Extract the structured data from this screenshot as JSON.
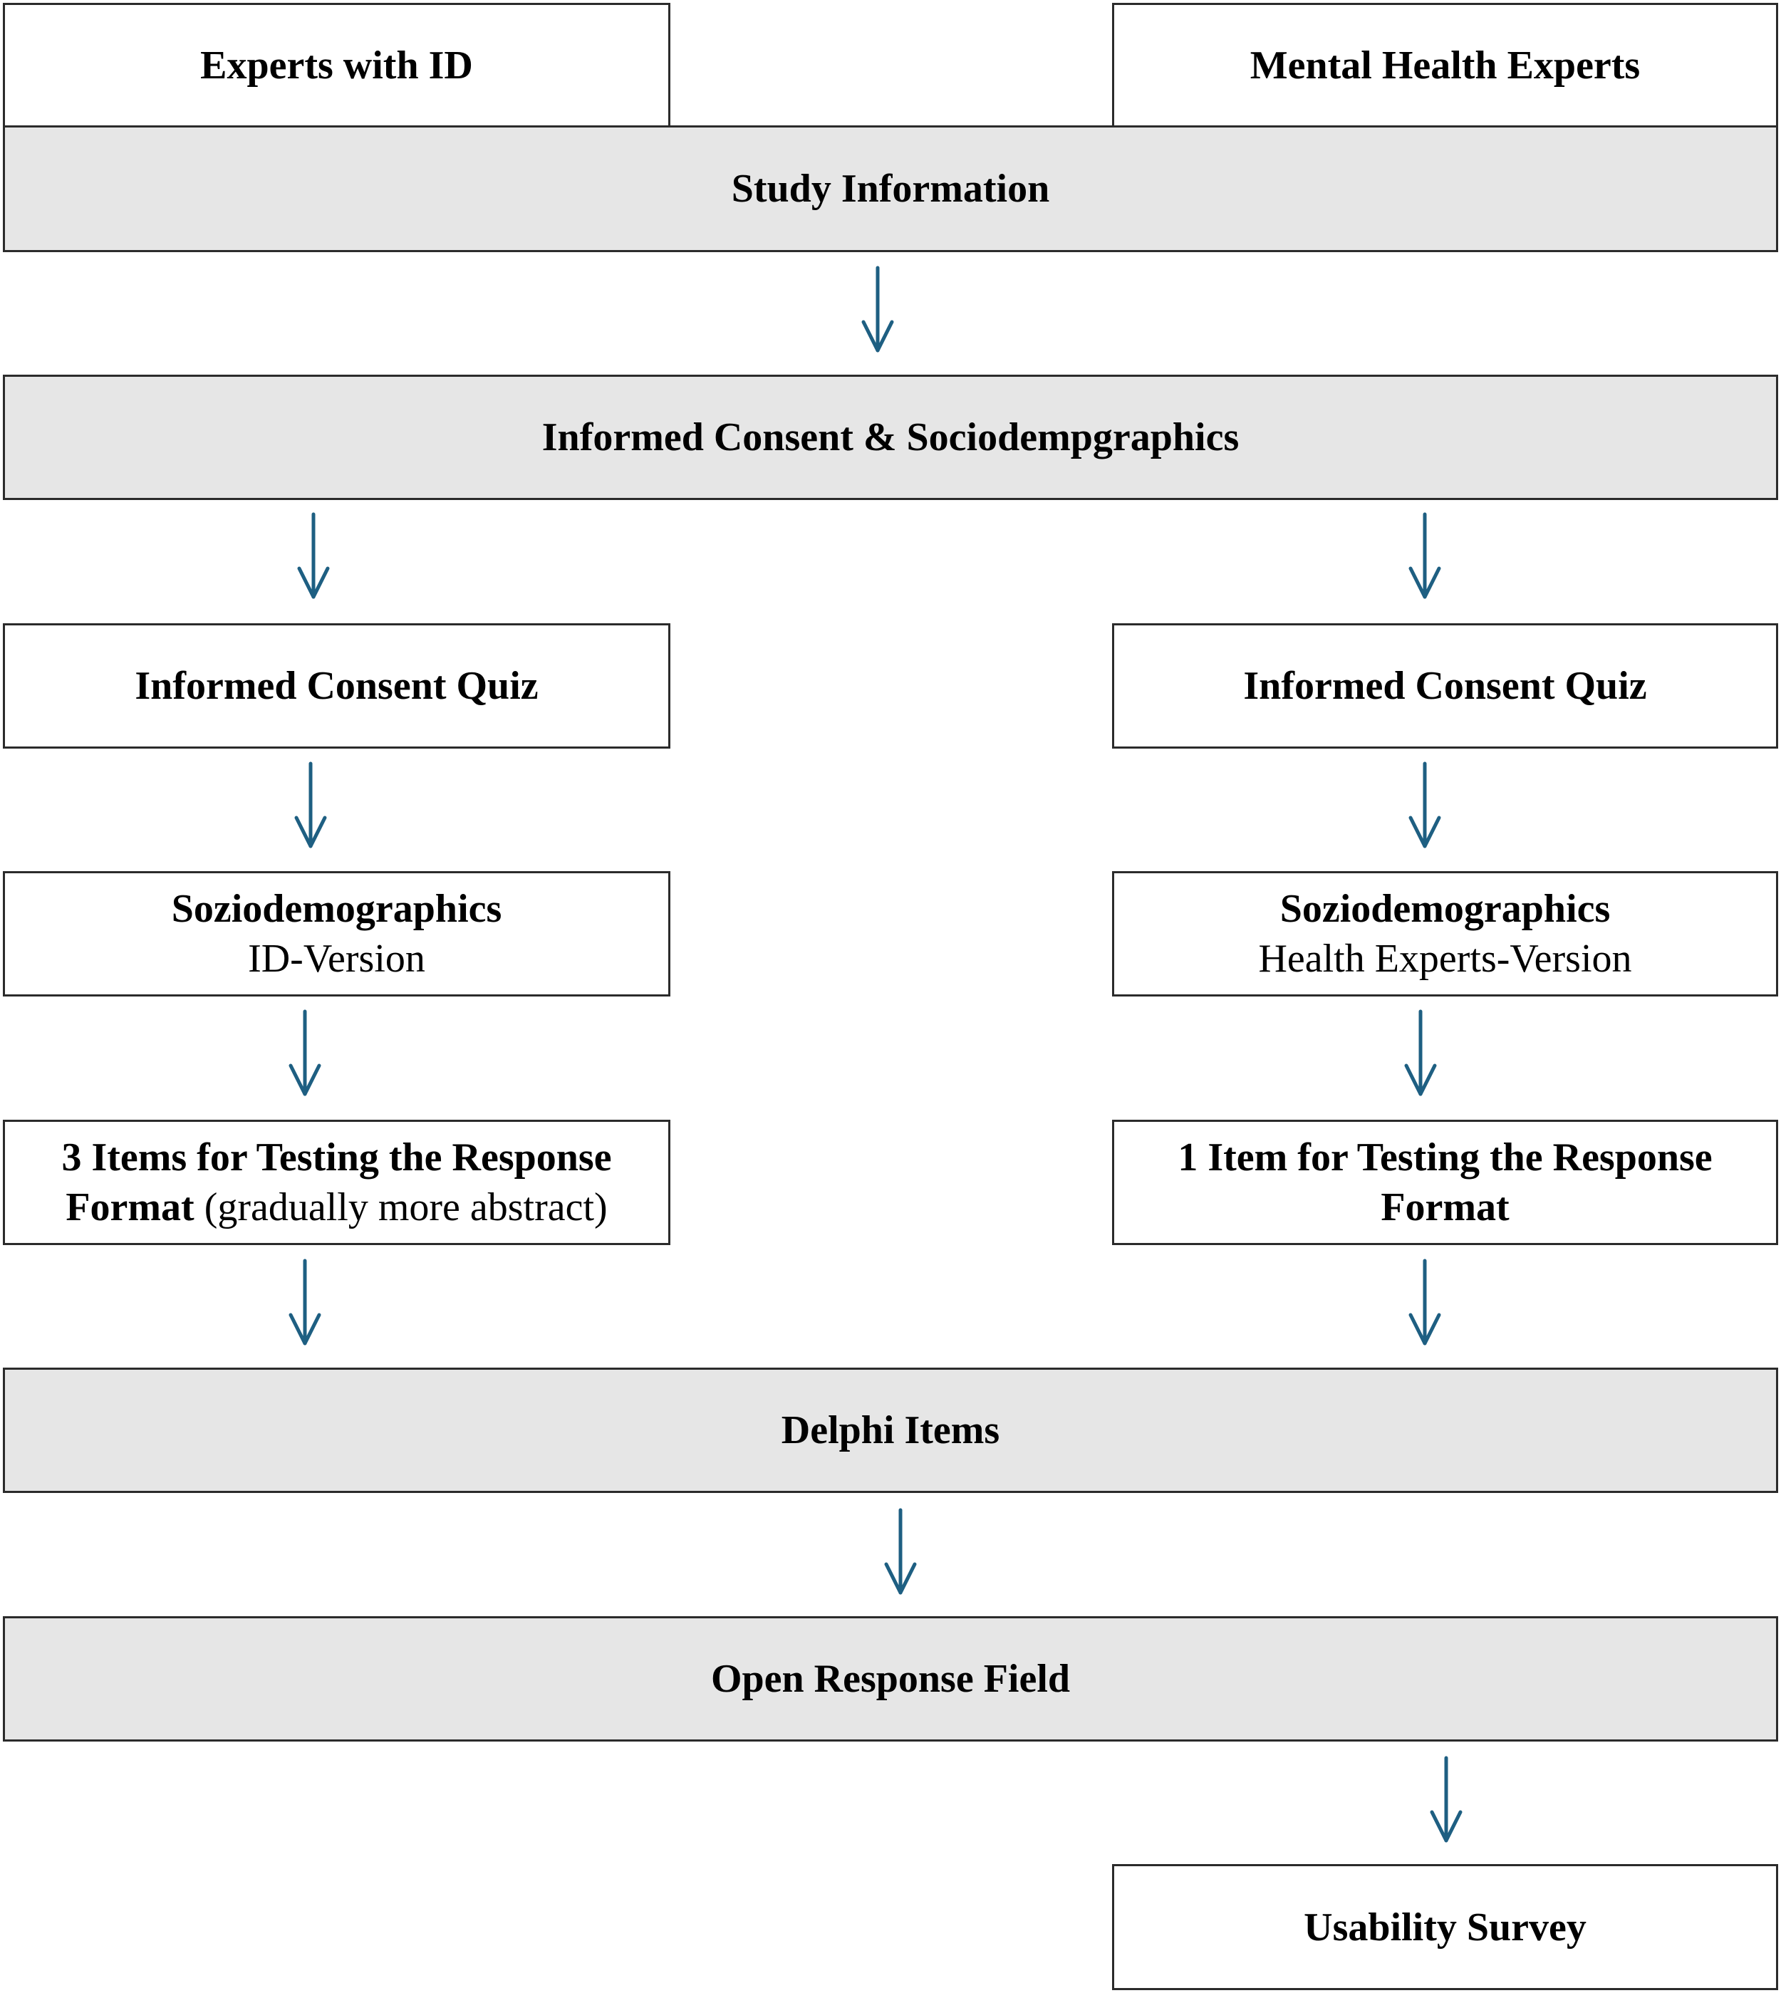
{
  "diagram": {
    "top_left": "Experts with ID",
    "top_right": "Mental Health Experts",
    "study_information": "Study Information",
    "consent_sociodemographics": "Informed Consent & Sociodempgraphics",
    "quiz_left": "Informed Consent Quiz",
    "quiz_right": "Informed Consent Quiz",
    "socio_left_title": "Soziodemographics",
    "socio_left_sub": "ID-Version",
    "socio_right_title": "Soziodemographics",
    "socio_right_sub": "Health Experts-Version",
    "items_left_bold_1": "3 Items for Testing the Response",
    "items_left_bold_2": "Format",
    "items_left_normal": "(gradually more abstract)",
    "items_right_line1": "1 Item for Testing the Response",
    "items_right_line2": "Format",
    "delphi_items": "Delphi Items",
    "open_response": "Open Response Field",
    "usability_survey": "Usability Survey"
  },
  "colors": {
    "arrow": "#1e5f82",
    "gray_box": "#e6e6e6",
    "border": "#2b2b2b"
  }
}
